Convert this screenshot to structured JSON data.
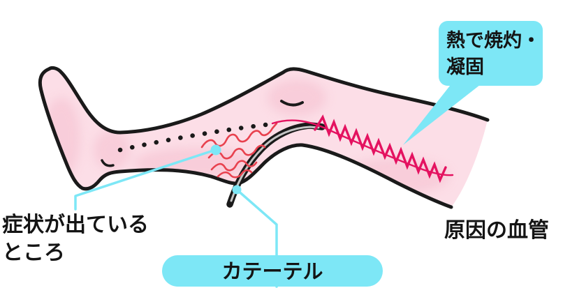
{
  "labels": {
    "heat_bubble": {
      "line1": "熱で焼灼・",
      "line2": "凝固"
    },
    "symptom": {
      "line1": "症状が出ている",
      "line2": "ところ"
    },
    "cause_vessel": {
      "label": "原因の血管"
    },
    "catheter_pill": {
      "label": "カテーテル"
    }
  },
  "colors": {
    "cyan": "#7de7f6",
    "leg_pink": "#fcdee7",
    "leg_shade_pink": "#f5bfcf",
    "vein_red": "#e8414e",
    "ablation_crimson": "#e41260",
    "outline_black": "#1a1a1a",
    "catheter_core_gray": "#c4c4c4",
    "background": "#ffffff"
  }
}
